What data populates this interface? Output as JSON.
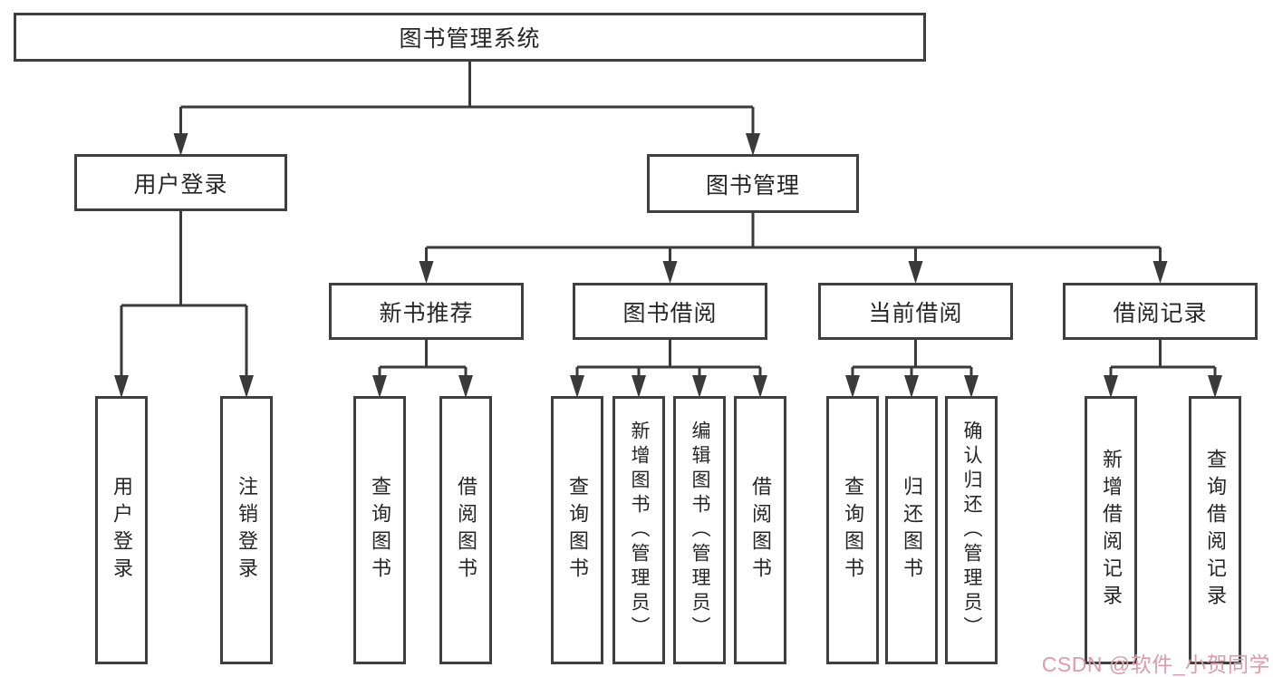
{
  "title": {
    "label": "图书管理系统"
  },
  "level2": {
    "user_login": "用户登录",
    "book_management": "图书管理"
  },
  "level3": {
    "new_book_recommendation": "新书推荐",
    "book_borrowing": "图书借阅",
    "current_borrowing": "当前借阅",
    "borrowing_records": "借阅记录"
  },
  "leaves": {
    "user_login": "用户登录",
    "logout": "注销登录",
    "rec_query_books": "查询图书",
    "rec_borrow_books": "借阅图书",
    "bb_query_books": "查询图书",
    "bb_add_books_admin": "新增图书（管理员）",
    "bb_edit_books_admin": "编辑图书（管理员）",
    "bb_borrow_books": "借阅图书",
    "cb_query_books": "查询图书",
    "cb_return_books": "归还图书",
    "cb_confirm_return_admin": "确认归还（管理员）",
    "br_add_borrow_record": "新增借阅记录",
    "br_query_borrow_record": "查询借阅记录"
  },
  "watermark": {
    "text": "CSDN @软件_小贺同学"
  },
  "colors": {
    "line": "#3a3a3a",
    "border": "#3f3f3f",
    "text": "#262626",
    "watermark": "#dc9ca8",
    "bg": "#ffffff"
  }
}
